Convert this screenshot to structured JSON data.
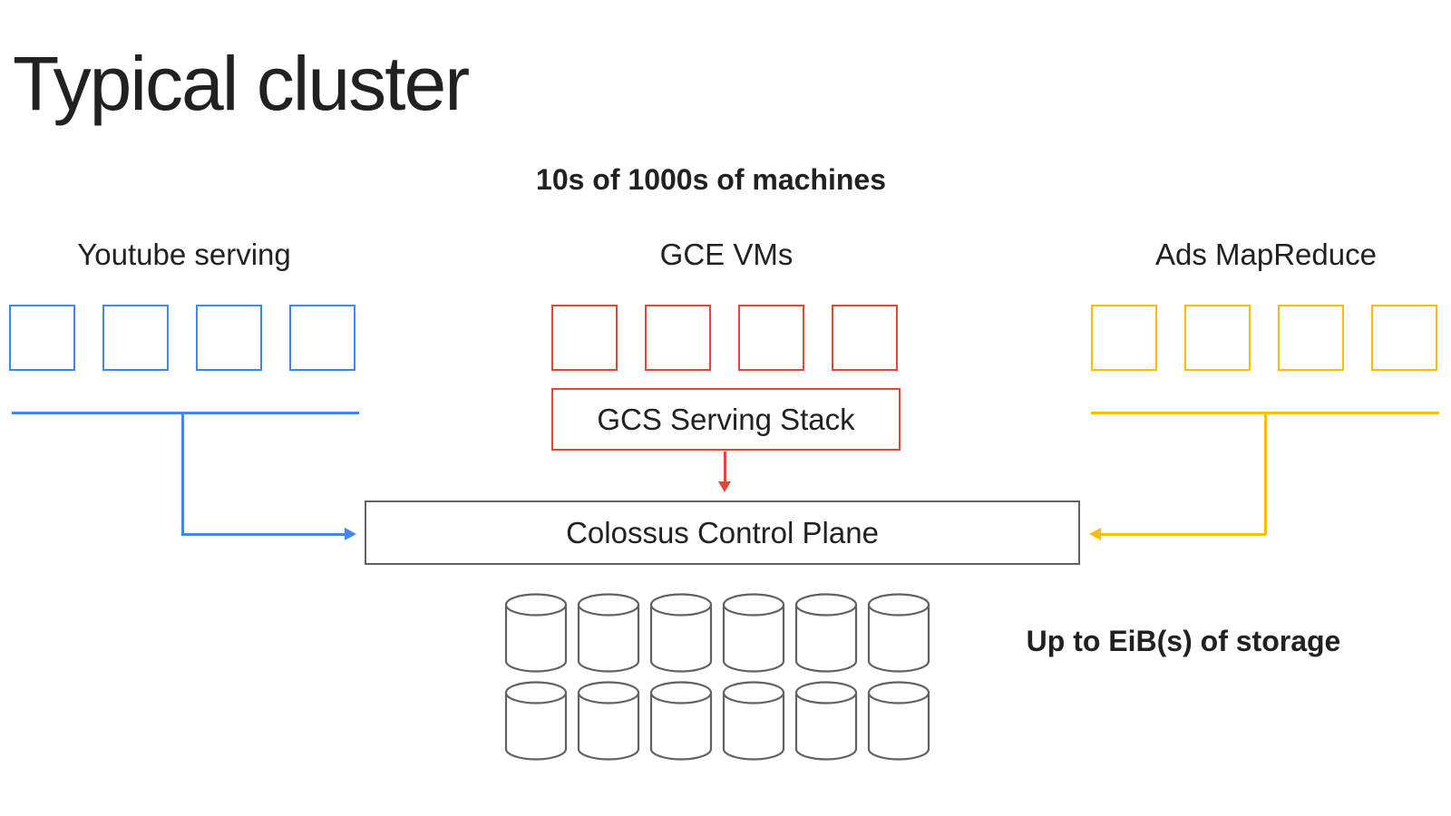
{
  "slide": {
    "title": "Typical cluster",
    "subtitle": "10s of 1000s of machines",
    "storage_caption": "Up to EiB(s) of storage"
  },
  "groups": [
    {
      "id": "youtube",
      "label": "Youtube serving",
      "machine_count": 4,
      "color": "#4285F4"
    },
    {
      "id": "gce",
      "label": "GCE VMs",
      "machine_count": 4,
      "color": "#EA4335"
    },
    {
      "id": "ads",
      "label": "Ads MapReduce",
      "machine_count": 4,
      "color": "#FBBC04"
    }
  ],
  "boxes": {
    "gcs": {
      "label": "GCS Serving Stack"
    },
    "control_plane": {
      "label": "Colossus Control Plane"
    }
  },
  "storage": {
    "rows": 2,
    "cylinders_per_row": 6
  },
  "colors": {
    "youtube-blue": "#4285F4",
    "gce-red": "#EA4335",
    "ads-yellow": "#FBBC04",
    "box-gray": "#5f6368",
    "cylinder-gray": "#616161",
    "text-dark": "#212121"
  }
}
